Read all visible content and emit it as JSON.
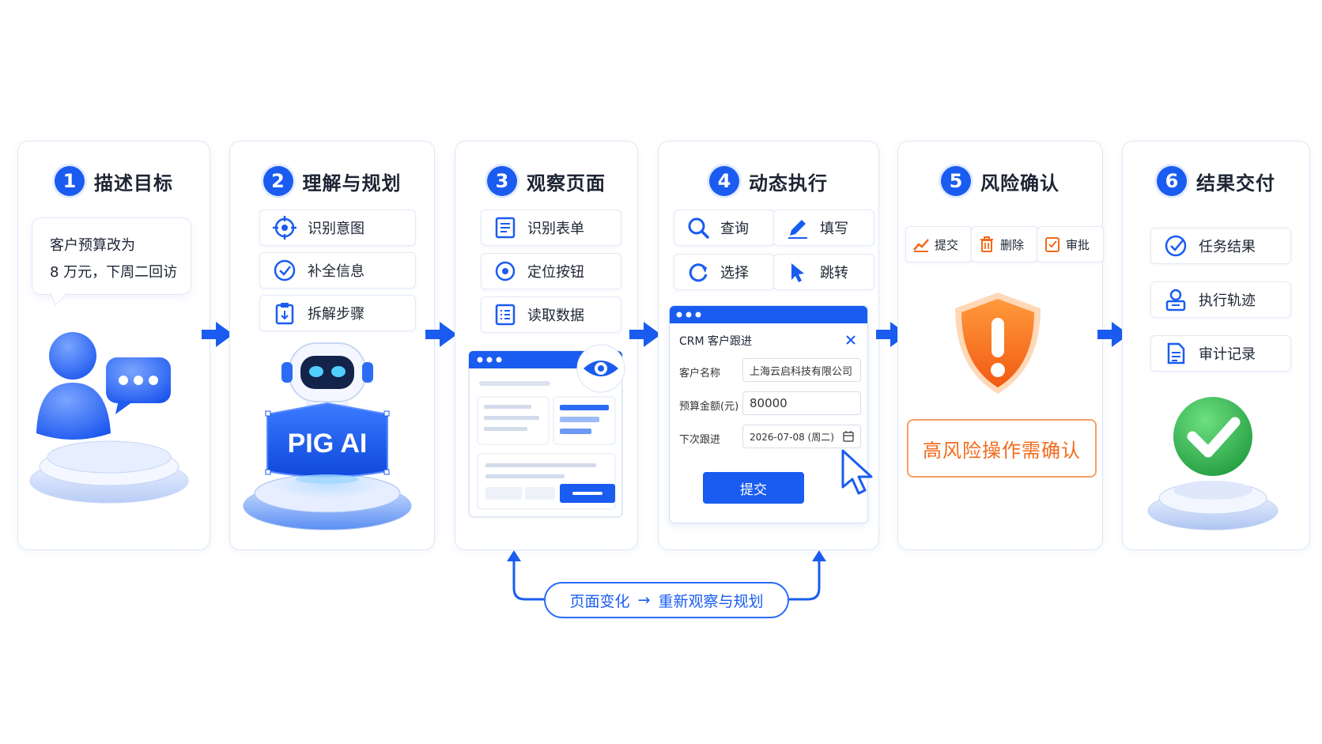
{
  "steps": [
    {
      "num": "1",
      "title": "描述目标"
    },
    {
      "num": "2",
      "title": "理解与规划"
    },
    {
      "num": "3",
      "title": "观察页面"
    },
    {
      "num": "4",
      "title": "动态执行"
    },
    {
      "num": "5",
      "title": "风险确认"
    },
    {
      "num": "6",
      "title": "结果交付"
    }
  ],
  "goal": {
    "line1": "客户预算改为",
    "line2": "8 万元，下周二回访"
  },
  "plan": {
    "items": [
      "识别意图",
      "补全信息",
      "拆解步骤"
    ],
    "robot_label": "PIG AI"
  },
  "observe": {
    "items": [
      "识别表单",
      "定位按钮",
      "读取数据"
    ]
  },
  "execute": {
    "actions": [
      "查询",
      "填写",
      "选择",
      "跳转"
    ],
    "form": {
      "title": "CRM 客户跟进",
      "customer_label": "客户名称",
      "customer_value": "上海云启科技有限公司",
      "budget_label": "预算金额(元)",
      "budget_value": "80000",
      "followup_label": "下次跟进",
      "followup_value": "2026-07-08 (周二)",
      "submit": "提交"
    }
  },
  "risk": {
    "actions": [
      "提交",
      "删除",
      "审批"
    ],
    "warning": "高风险操作需确认"
  },
  "deliver": {
    "items": [
      "任务结果",
      "执行轨迹",
      "审计记录"
    ]
  },
  "loop": {
    "left": "页面变化",
    "arrow": "→",
    "right": "重新观察与规划"
  },
  "colors": {
    "primary": "#1a5cf0",
    "warning": "#f26a1b",
    "success": "#2fb552"
  }
}
